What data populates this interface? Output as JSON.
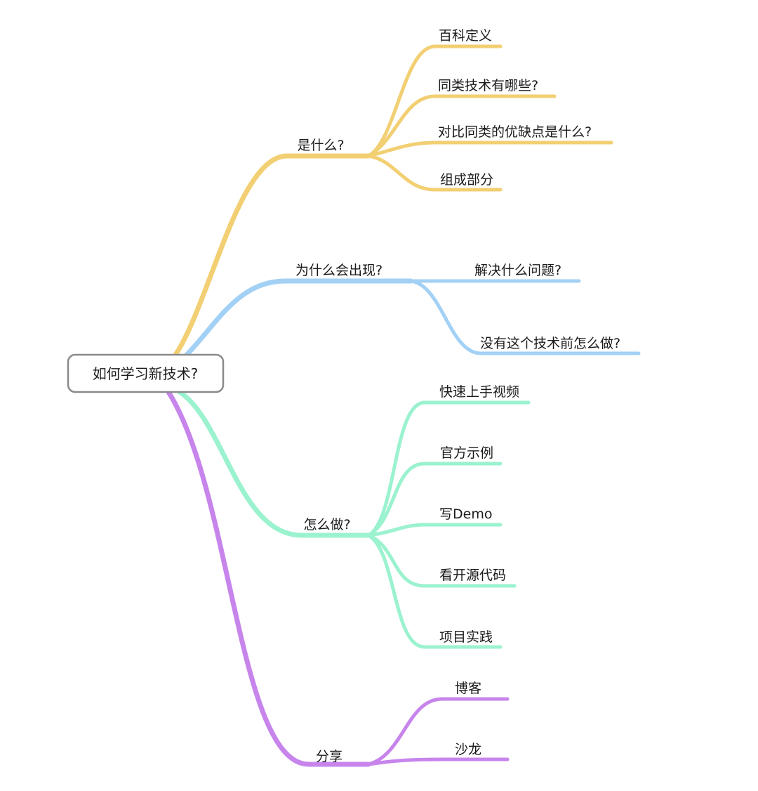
{
  "colors": {
    "what": "#F2CF73",
    "why": "#A3D1F5",
    "how": "#9BF2CF",
    "share": "#C785EC",
    "root_border": "#8a8a8a"
  },
  "root": {
    "label": "如何学习新技术?"
  },
  "branches": [
    {
      "label": "是什么?",
      "color_key": "what",
      "children": [
        "百科定义",
        "同类技术有哪些?",
        "对比同类的优缺点是什么?",
        "组成部分"
      ]
    },
    {
      "label": "为什么会出现?",
      "color_key": "why",
      "children": [
        "解决什么问题?",
        "没有这个技术前怎么做?"
      ]
    },
    {
      "label": "怎么做?",
      "color_key": "how",
      "children": [
        "快速上手视频",
        "官方示例",
        "写Demo",
        "看开源代码",
        "项目实践"
      ]
    },
    {
      "label": "分享",
      "color_key": "share",
      "children": [
        "博客",
        "沙龙"
      ]
    }
  ]
}
